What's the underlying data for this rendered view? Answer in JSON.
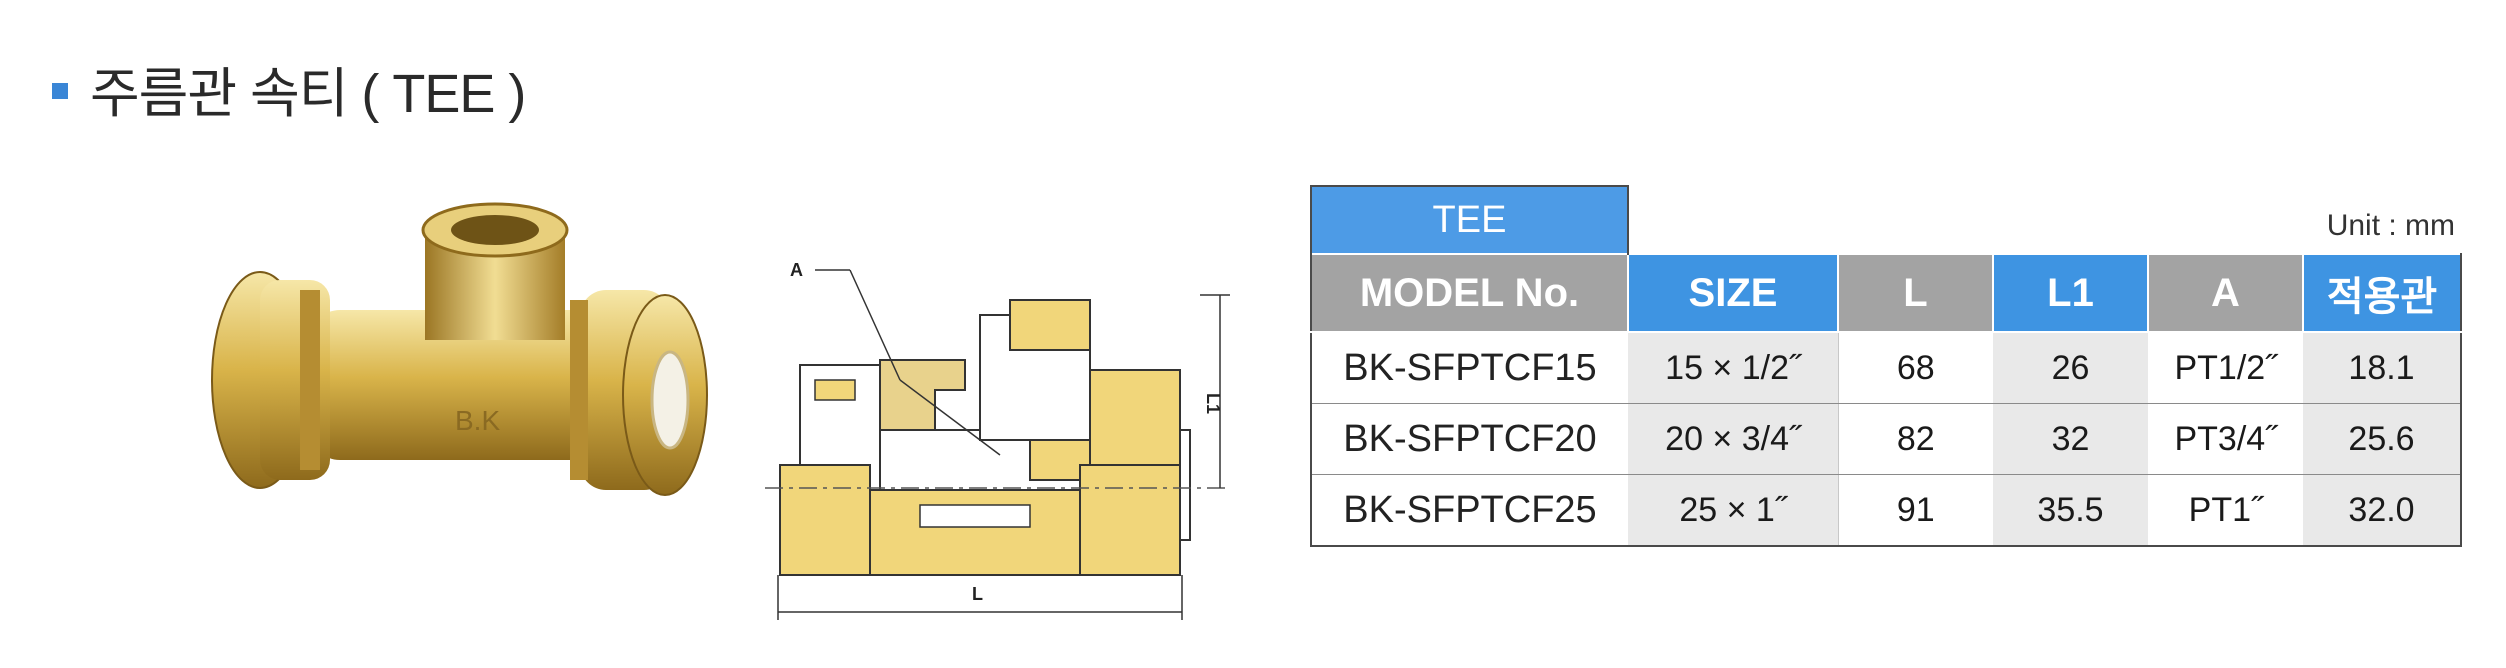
{
  "title": "주름관 속티 ( TEE )",
  "photo": {
    "stamp": "B.K"
  },
  "drawing": {
    "labels": {
      "a": "A",
      "l": "L",
      "l1": "L1"
    }
  },
  "table": {
    "group_header": "TEE",
    "unit": "Unit : mm",
    "columns": [
      "MODEL No.",
      "SIZE",
      "L",
      "L1",
      "A",
      "적용관"
    ],
    "rows": [
      {
        "model": "BK-SFPTCF15",
        "size": "15 × 1/2˝",
        "l": "68",
        "l1": "26",
        "a": "PT1/2˝",
        "pipe": "18.1"
      },
      {
        "model": "BK-SFPTCF20",
        "size": "20 × 3/4˝",
        "l": "82",
        "l1": "32",
        "a": "PT3/4˝",
        "pipe": "25.6"
      },
      {
        "model": "BK-SFPTCF25",
        "size": "25 × 1˝",
        "l": "91",
        "l1": "35.5",
        "a": "PT1˝",
        "pipe": "32.0"
      }
    ]
  },
  "colors": {
    "accent_blue": "#3e94e2",
    "header_gray": "#a3a3a3",
    "brass": "#d9b44a"
  }
}
